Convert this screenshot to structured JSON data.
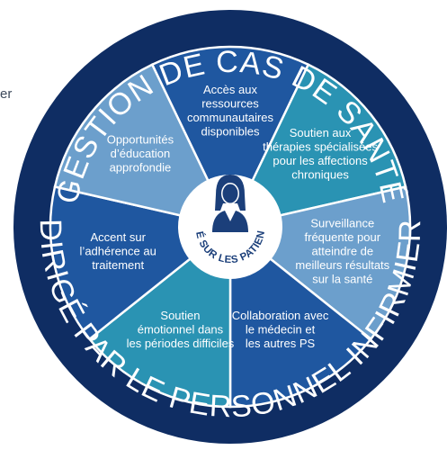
{
  "stray_text": "er",
  "ring": {
    "top_text": "GESTION DE CAS DE SANTÉ",
    "bottom_text": "DIRIGÉ PAR LE PERSONNEL INFIRMIER"
  },
  "center": {
    "label": "AXÉ SUR LES PATIENTS",
    "icon": "patient-person-icon"
  },
  "segments": [
    {
      "lines": [
        "Accès aux",
        "ressources",
        "communautaires",
        "disponibles"
      ],
      "color": "#1f57a0"
    },
    {
      "lines": [
        "Soutien aux",
        "thérapies spécialisées",
        "pour les affections",
        "chroniques"
      ],
      "color": "#2a93b3"
    },
    {
      "lines": [
        "Surveillance",
        "fréquente pour",
        "atteindre de",
        "meilleurs résultats",
        "sur la santé"
      ],
      "color": "#6c9fcc"
    },
    {
      "lines": [
        "Collaboration avec",
        "le médecin et",
        "les autres PS"
      ],
      "color": "#1f57a0"
    },
    {
      "lines": [
        "Soutien",
        "émotionnel dans",
        "les périodes difficiles"
      ],
      "color": "#2a93b3"
    },
    {
      "lines": [
        "Accent sur",
        "l’adhérence au",
        "traitement"
      ],
      "color": "#1f57a0"
    },
    {
      "lines": [
        "Opportunités",
        "d’éducation",
        "approfondie"
      ],
      "color": "#6c9fcc"
    }
  ],
  "colors": {
    "outer_ring": "#0f2d63",
    "divider": "#ffffff",
    "center_fill": "#ffffff",
    "icon": "#1b3f7a"
  }
}
